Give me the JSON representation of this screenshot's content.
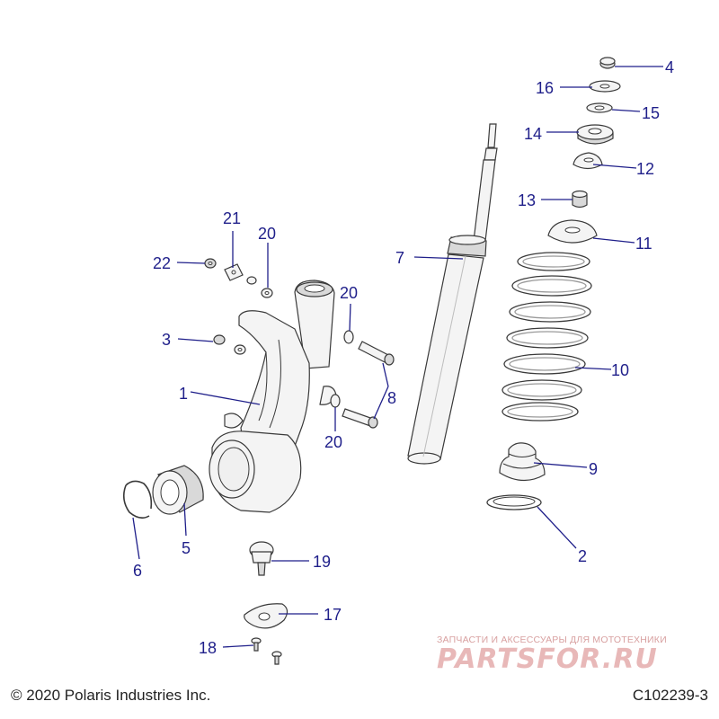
{
  "callouts": {
    "c1": "1",
    "c2": "2",
    "c3": "3",
    "c4": "4",
    "c5": "5",
    "c6": "6",
    "c7": "7",
    "c8": "8",
    "c9": "9",
    "c10": "10",
    "c11": "11",
    "c12": "12",
    "c13": "13",
    "c14": "14",
    "c15": "15",
    "c16": "16",
    "c17": "17",
    "c18": "18",
    "c19": "19",
    "c20a": "20",
    "c20b": "20",
    "c20c": "20",
    "c21": "21",
    "c22": "22"
  },
  "footer": {
    "copyright": "© 2020 Polaris Industries Inc.",
    "diagram_code": "C102239-3"
  },
  "watermark": {
    "tagline": "ЗАПЧАСТИ И АКСЕССУАРЫ ДЛЯ МОТОТЕХНИКИ",
    "logo": "PARTSFOR.RU"
  },
  "colors": {
    "callout": "#1f1f8a",
    "line_art": "#3a3a3a",
    "watermark": "#e8b8b8"
  }
}
